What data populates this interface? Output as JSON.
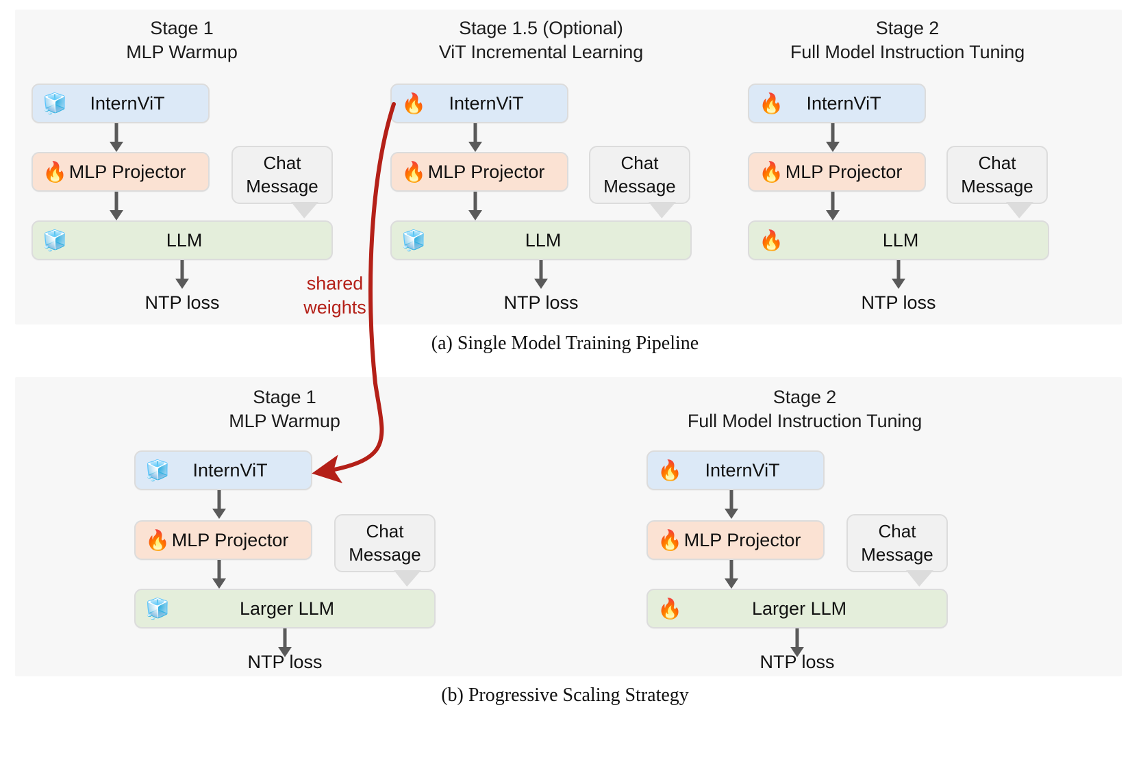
{
  "figure": {
    "captions": {
      "a": "(a) Single Model Training Pipeline",
      "b": "(b) Progressive Scaling Strategy"
    },
    "shared_weights_label": {
      "line1": "shared",
      "line2": "weights"
    },
    "shared_weights_color": "#b42018",
    "colors": {
      "panel_background": "#f7f7f7",
      "vit_box": "#dce9f7",
      "projector_box": "#fbe2d3",
      "llm_box": "#e4eedb",
      "bubble": "#f1f1f1",
      "box_border": "#dcdcdc",
      "arrow": "#5a5a5a"
    },
    "icons": {
      "frozen": "❄",
      "trainable": "🔥"
    },
    "panel_a": {
      "name": "Single Model Training Pipeline",
      "stages": [
        {
          "title_line1": "Stage 1",
          "title_line2": "MLP Warmup",
          "nodes": [
            {
              "label": "InternViT",
              "state": "frozen",
              "icon": "snowflake-icon",
              "color": "blue"
            },
            {
              "label": "MLP Projector",
              "state": "trainable",
              "icon": "fire-icon",
              "color": "peach"
            },
            {
              "label": "LLM",
              "state": "frozen",
              "icon": "snowflake-icon",
              "color": "green"
            }
          ],
          "bubble_line1": "Chat",
          "bubble_line2": "Message",
          "loss": "NTP loss"
        },
        {
          "title_line1": "Stage 1.5 (Optional)",
          "title_line2": "ViT Incremental Learning",
          "nodes": [
            {
              "label": "InternViT",
              "state": "trainable",
              "icon": "fire-icon",
              "color": "blue"
            },
            {
              "label": "MLP Projector",
              "state": "trainable",
              "icon": "fire-icon",
              "color": "peach"
            },
            {
              "label": "LLM",
              "state": "frozen",
              "icon": "snowflake-icon",
              "color": "green"
            }
          ],
          "bubble_line1": "Chat",
          "bubble_line2": "Message",
          "loss": "NTP loss"
        },
        {
          "title_line1": "Stage 2",
          "title_line2": "Full Model Instruction Tuning",
          "nodes": [
            {
              "label": "InternViT",
              "state": "trainable",
              "icon": "fire-icon",
              "color": "blue"
            },
            {
              "label": "MLP Projector",
              "state": "trainable",
              "icon": "fire-icon",
              "color": "peach"
            },
            {
              "label": "LLM",
              "state": "trainable",
              "icon": "fire-icon",
              "color": "green"
            }
          ],
          "bubble_line1": "Chat",
          "bubble_line2": "Message",
          "loss": "NTP loss"
        }
      ]
    },
    "panel_b": {
      "name": "Progressive Scaling Strategy",
      "stages": [
        {
          "title_line1": "Stage 1",
          "title_line2": "MLP Warmup",
          "nodes": [
            {
              "label": "InternViT",
              "state": "frozen",
              "icon": "snowflake-icon",
              "color": "blue"
            },
            {
              "label": "MLP Projector",
              "state": "trainable",
              "icon": "fire-icon",
              "color": "peach"
            },
            {
              "label": "Larger LLM",
              "state": "frozen",
              "icon": "snowflake-icon",
              "color": "green"
            }
          ],
          "bubble_line1": "Chat",
          "bubble_line2": "Message",
          "loss": "NTP loss"
        },
        {
          "title_line1": "Stage 2",
          "title_line2": "Full Model Instruction Tuning",
          "nodes": [
            {
              "label": "InternViT",
              "state": "trainable",
              "icon": "fire-icon",
              "color": "blue"
            },
            {
              "label": "MLP Projector",
              "state": "trainable",
              "icon": "fire-icon",
              "color": "peach"
            },
            {
              "label": "Larger LLM",
              "state": "trainable",
              "icon": "fire-icon",
              "color": "green"
            }
          ],
          "bubble_line1": "Chat",
          "bubble_line2": "Message",
          "loss": "NTP loss"
        }
      ]
    }
  }
}
